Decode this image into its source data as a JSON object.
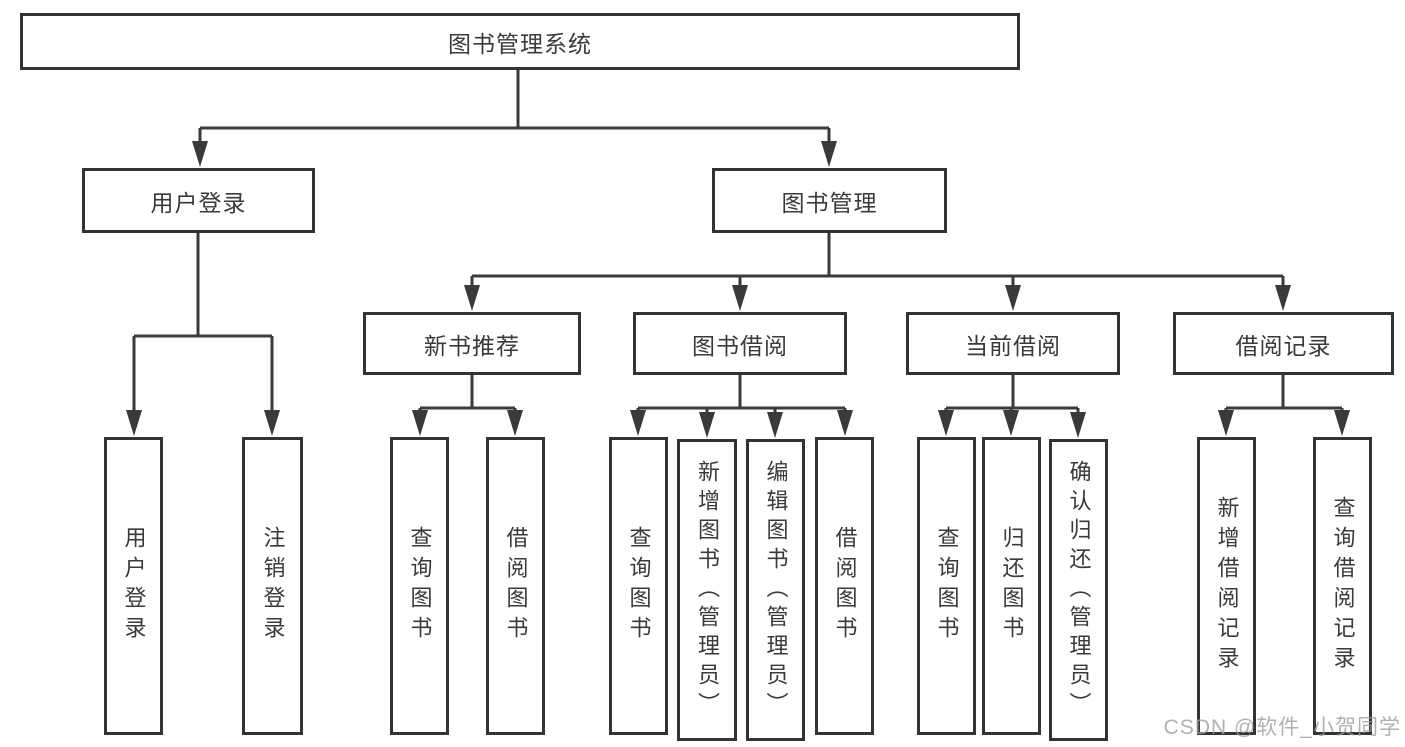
{
  "tree": {
    "label": "图书管理系统",
    "children": [
      {
        "label": "用户登录",
        "children": [
          {
            "label": "用户登录"
          },
          {
            "label": "注销登录"
          }
        ]
      },
      {
        "label": "图书管理",
        "children": [
          {
            "label": "新书推荐",
            "children": [
              {
                "label": "查询图书"
              },
              {
                "label": "借阅图书"
              }
            ]
          },
          {
            "label": "图书借阅",
            "children": [
              {
                "label": "查询图书"
              },
              {
                "label": "新增图书（管理员）"
              },
              {
                "label": "编辑图书（管理员）"
              },
              {
                "label": "借阅图书"
              }
            ]
          },
          {
            "label": "当前借阅",
            "children": [
              {
                "label": "查询图书"
              },
              {
                "label": "归还图书"
              },
              {
                "label": "确认归还（管理员）"
              }
            ]
          },
          {
            "label": "借阅记录",
            "children": [
              {
                "label": "新增借阅记录"
              },
              {
                "label": "查询借阅记录"
              }
            ]
          }
        ]
      }
    ]
  },
  "watermark": "CSDN @软件_小贺同学",
  "colors": {
    "line": "#3a3a3a",
    "border": "#333333",
    "text": "#3a3a3a",
    "watermark": "#9e9e9e",
    "background": "#ffffff"
  }
}
